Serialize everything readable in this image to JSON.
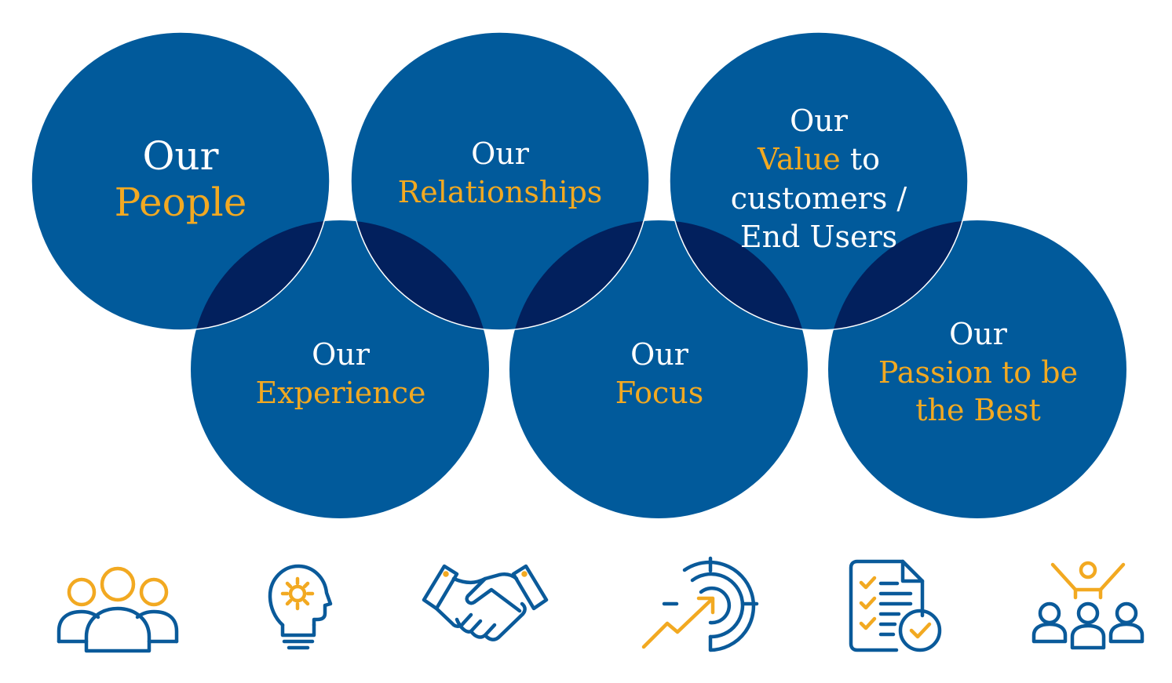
{
  "colors": {
    "circle": "#015a9b",
    "overlap": "#02205d",
    "outline": "#ffffff",
    "text": "#ffffff",
    "accent": "#f2a921",
    "icon_blue": "#0a5a9a",
    "icon_yellow": "#f2a921"
  },
  "circles": [
    {
      "id": "people",
      "lines": [
        [
          {
            "t": "Our",
            "c": "w"
          }
        ],
        [
          {
            "t": "People",
            "c": "a"
          }
        ]
      ]
    },
    {
      "id": "relationships",
      "lines": [
        [
          {
            "t": "Our",
            "c": "w"
          }
        ],
        [
          {
            "t": "Relationships",
            "c": "a"
          }
        ]
      ]
    },
    {
      "id": "value",
      "lines": [
        [
          {
            "t": "Our",
            "c": "w"
          }
        ],
        [
          {
            "t": "Value",
            "c": "a"
          },
          {
            "t": " to",
            "c": "w"
          }
        ],
        [
          {
            "t": "customers /",
            "c": "w"
          }
        ],
        [
          {
            "t": "End Users",
            "c": "w"
          }
        ]
      ]
    },
    {
      "id": "experience",
      "lines": [
        [
          {
            "t": "Our",
            "c": "w"
          }
        ],
        [
          {
            "t": "Experience",
            "c": "a"
          }
        ]
      ]
    },
    {
      "id": "focus",
      "lines": [
        [
          {
            "t": "Our",
            "c": "w"
          }
        ],
        [
          {
            "t": "Focus",
            "c": "a"
          }
        ]
      ]
    },
    {
      "id": "passion",
      "lines": [
        [
          {
            "t": "Our",
            "c": "w"
          }
        ],
        [
          {
            "t": "Passion to be",
            "c": "a"
          }
        ],
        [
          {
            "t": "the Best",
            "c": "a"
          }
        ]
      ]
    }
  ],
  "icons": [
    "team-icon",
    "lightbulb-gear-icon",
    "handshake-icon",
    "target-growth-icon",
    "checklist-icon",
    "celebrating-team-icon"
  ]
}
